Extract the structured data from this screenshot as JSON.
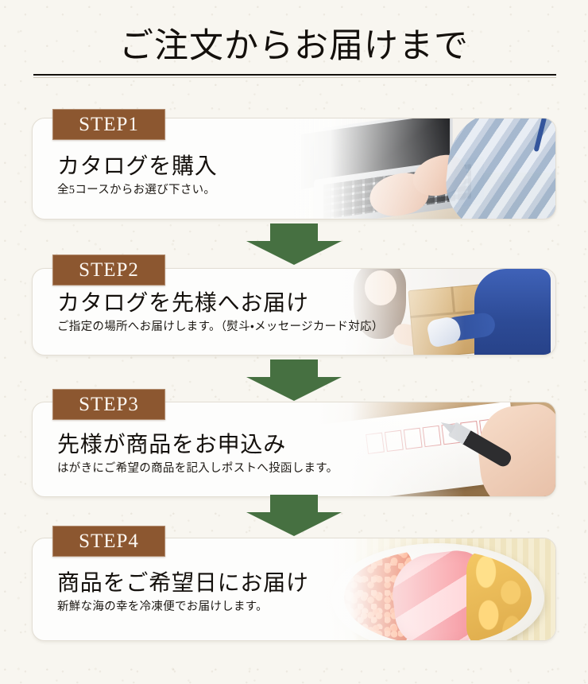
{
  "page": {
    "title": "ご注文からお届けまで",
    "background_color": "#f8f6f0",
    "accent_brown": "#8c5730",
    "accent_green": "#467041",
    "text_color": "#14100c"
  },
  "steps": [
    {
      "badge": "STEP1",
      "title": "カタログを購入",
      "subtitle": "全5コースからお選び下さい。",
      "photo": "laptop-typing-photo"
    },
    {
      "badge": "STEP2",
      "title": "カタログを先様へお届け",
      "subtitle": "ご指定の場所へお届けします。（熨斗・メッセージカード対応）",
      "photo": "delivery-handoff-photo"
    },
    {
      "badge": "STEP3",
      "title": "先様が商品をお申込み",
      "subtitle": "はがきにご希望の商品を記入しポストへ投函します。",
      "photo": "postcard-writing-photo"
    },
    {
      "badge": "STEP4",
      "title": "商品をご希望日にお届け",
      "subtitle": "新鮮な海の幸を冷凍便でお届けします。",
      "photo": "seafood-rice-bowl-photo"
    }
  ]
}
